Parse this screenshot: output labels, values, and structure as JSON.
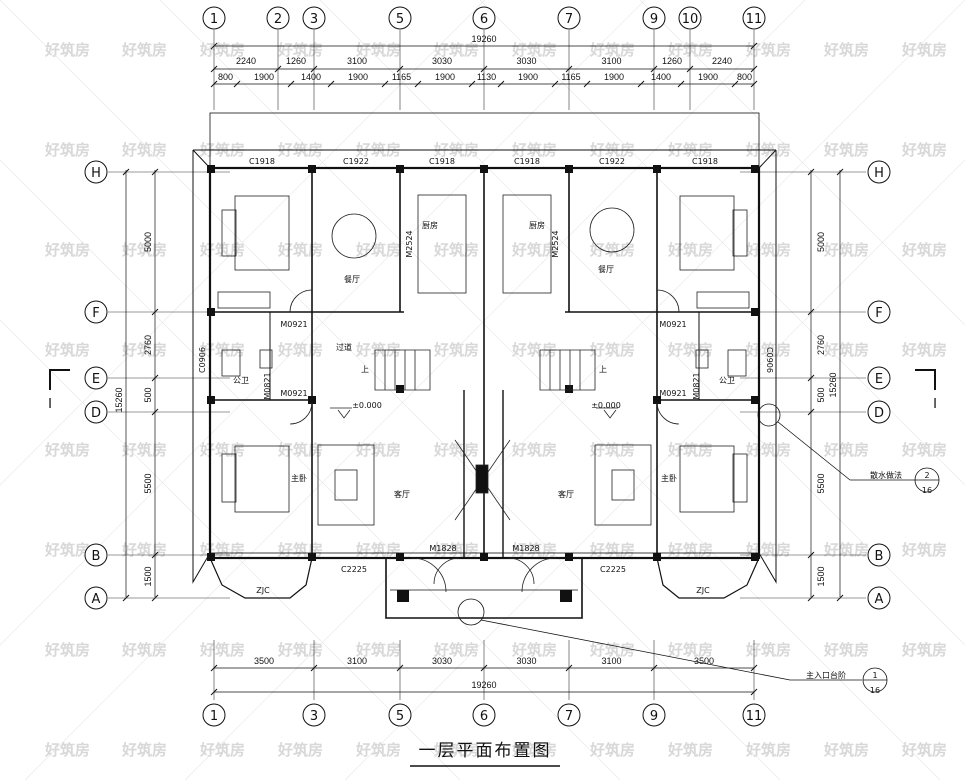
{
  "title": "一层平面布置图",
  "axes_top": [
    "1",
    "2",
    "3",
    "5",
    "6",
    "7",
    "9",
    "10",
    "11"
  ],
  "axes_bottom": [
    "1",
    "3",
    "5",
    "6",
    "7",
    "9",
    "11"
  ],
  "axes_side": [
    "H",
    "F",
    "E",
    "D",
    "B",
    "A"
  ],
  "dims_top_total": "19260",
  "dims_top_row1": [
    "2240",
    "1260",
    "3100",
    "3030",
    "3030",
    "3100",
    "1260",
    "2240"
  ],
  "dims_top_row2": [
    "800",
    "1900",
    "1400",
    "1900",
    "1165",
    "1900",
    "1130",
    "1900",
    "1165",
    "1900",
    "1400",
    "1900",
    "800"
  ],
  "dims_bottom_row": [
    "3500",
    "3100",
    "3030",
    "3030",
    "3100",
    "3500"
  ],
  "dims_bottom_total": "19260",
  "dims_left_outer": "15260",
  "dims_left": [
    "5000",
    "2760",
    "500",
    "5500",
    "1500"
  ],
  "dims_right_outer": "15260",
  "dims_right": [
    "5000",
    "2760",
    "500",
    "5500",
    "1500"
  ],
  "windows": [
    "C1918",
    "C1922",
    "C1918",
    "C1918",
    "C1922",
    "C1918"
  ],
  "windows_bottom": [
    "C2225",
    "C2225"
  ],
  "doors": {
    "left_upper": "M0921",
    "left_lower": "M0921",
    "right_upper": "M0921",
    "right_lower": "M0921",
    "main_left": "M1828",
    "main_right": "M1828",
    "kitchen_left": "M2524",
    "kitchen_right": "M2524",
    "bath_left": "M0821",
    "bath_right": "M0821",
    "win_left": "C0906",
    "win_right": "C0906"
  },
  "rooms": {
    "dining": "餐厅",
    "kitchen": "厨房",
    "corridor": "过道",
    "bath": "公卫",
    "master": "主卧",
    "living": "客厅",
    "zjc": "ZJC",
    "stair_up": "上"
  },
  "levels": [
    "±0.000",
    "±0.000"
  ],
  "section_marks": [
    "I",
    "I"
  ],
  "callouts": [
    {
      "text": "散水做法",
      "num": "2",
      "den": "16"
    },
    {
      "text": "主入口台阶",
      "num": "1",
      "den": "16"
    }
  ],
  "watermark": "好筑房"
}
